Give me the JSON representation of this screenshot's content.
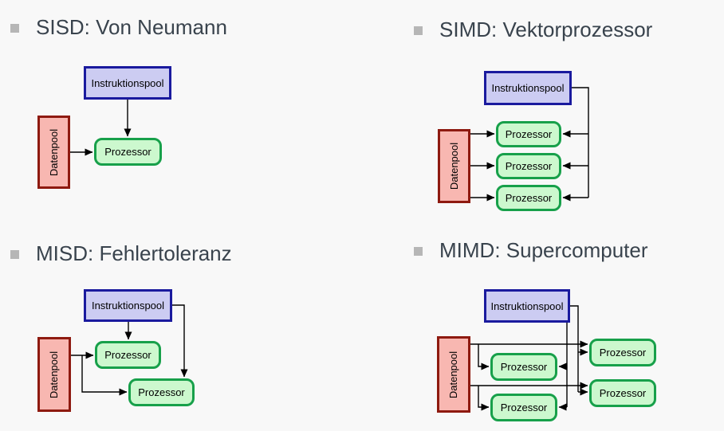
{
  "slide": {
    "background": "#f8f8f8"
  },
  "colors": {
    "bg": "#f8f8f8",
    "title": "#39434d",
    "bullet": "#b6b6b6",
    "line": "#000000",
    "instruction-fill": "#ccccf2",
    "instruction-border": "#1a1a9e",
    "data-fill": "#f8b7b1",
    "data-border": "#8e1a10",
    "processor-fill": "#ccf8ce",
    "processor-border": "#17a04a"
  },
  "labels": {
    "instruktionspool": "Instruktionspool",
    "datenpool": "Datenpool",
    "prozessor": "Prozessor"
  },
  "quadrants": [
    {
      "id": "sisd",
      "title": "SISD: Von Neumann",
      "processor_count": 1
    },
    {
      "id": "simd",
      "title": "SIMD: Vektorprozessor",
      "processor_count": 3
    },
    {
      "id": "misd",
      "title": "MISD: Fehlertoleranz",
      "processor_count": 2
    },
    {
      "id": "mimd",
      "title": "MIMD: Supercomputer",
      "processor_count": 4
    }
  ]
}
